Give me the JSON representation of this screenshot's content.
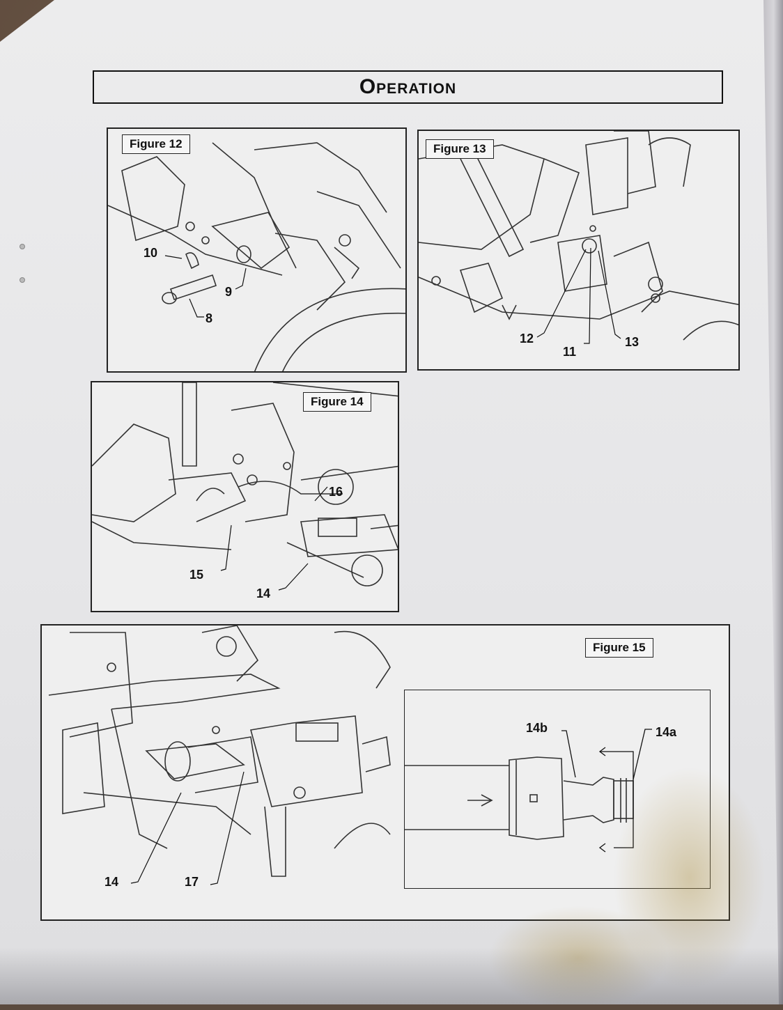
{
  "header": {
    "title": "Operation"
  },
  "figures": {
    "fig12": {
      "label": "Figure 12",
      "callouts": [
        "10",
        "9",
        "8"
      ]
    },
    "fig13": {
      "label": "Figure 13",
      "callouts": [
        "12",
        "11",
        "13"
      ]
    },
    "fig14": {
      "label": "Figure 14",
      "callouts": [
        "16",
        "15",
        "14"
      ]
    },
    "fig15": {
      "label": "Figure 15",
      "callouts": [
        "14",
        "17",
        "14b",
        "14a"
      ]
    }
  }
}
